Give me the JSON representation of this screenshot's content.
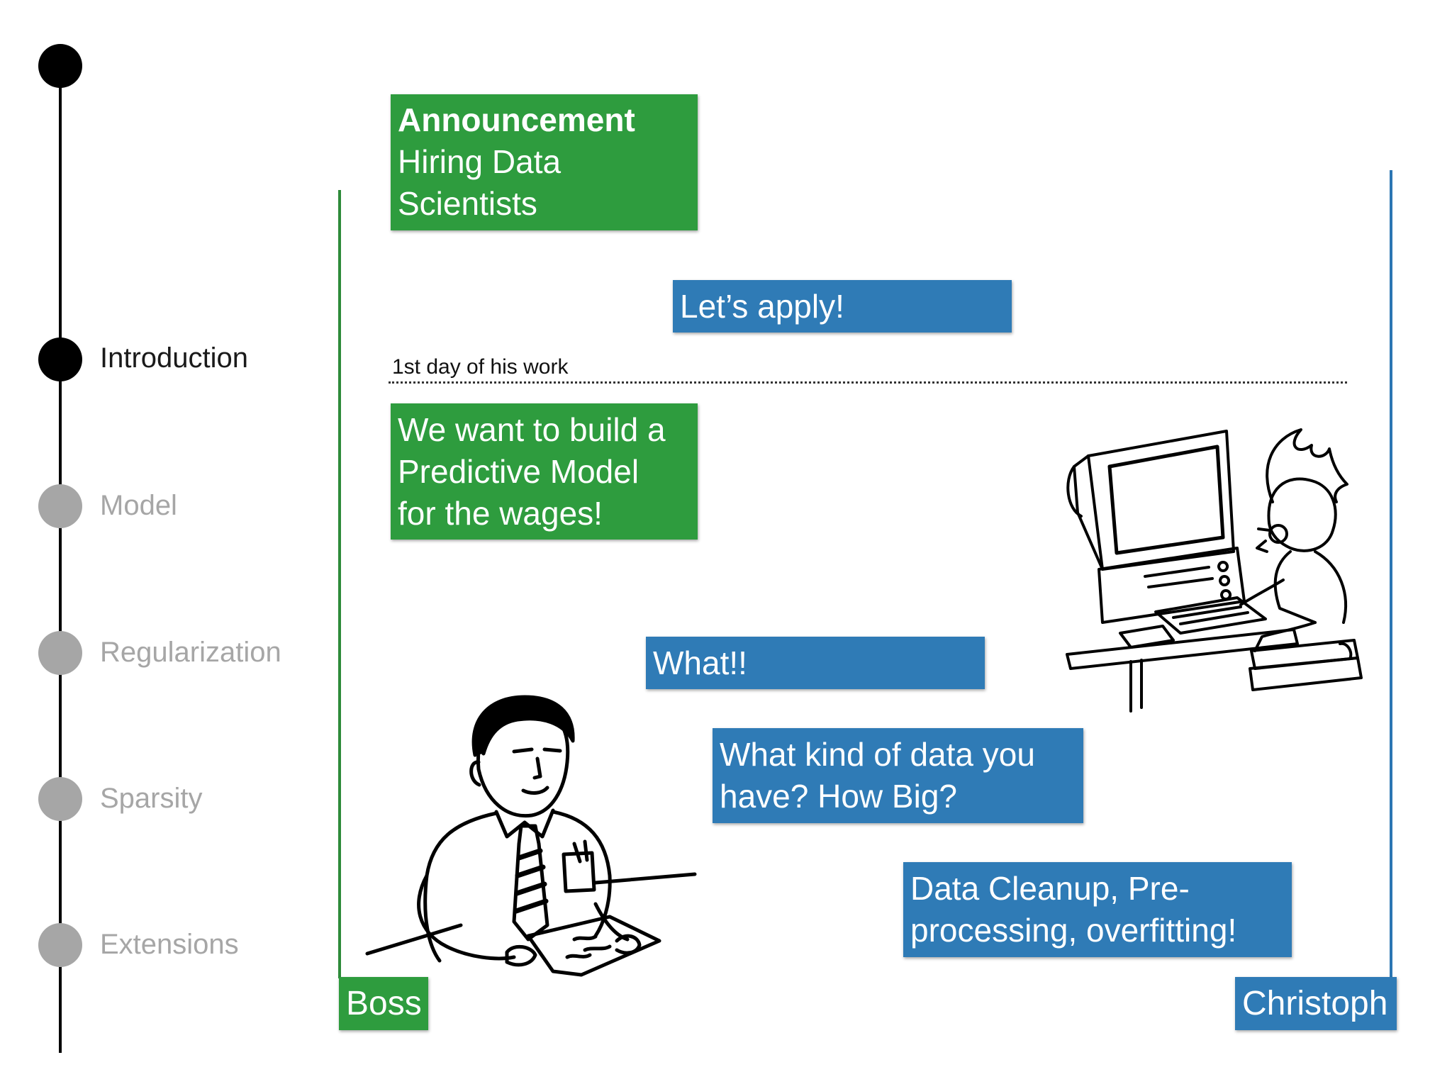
{
  "timeline": {
    "items": [
      {
        "label": "",
        "state": "active"
      },
      {
        "label": "Introduction",
        "state": "active"
      },
      {
        "label": "Model",
        "state": "inactive"
      },
      {
        "label": "Regularization",
        "state": "inactive"
      },
      {
        "label": "Sparsity",
        "state": "inactive"
      },
      {
        "label": "Extensions",
        "state": "inactive"
      }
    ]
  },
  "actors": {
    "boss": "Boss",
    "christoph": "Christoph"
  },
  "divider_label": "1st day of his work",
  "messages": {
    "announcement": {
      "title": "Announcement",
      "line1": "Hiring Data",
      "line2": "Scientists"
    },
    "lets_apply": "Let’s apply!",
    "predictive": {
      "line1": "We want to build a",
      "line2": "Predictive Model",
      "line3": "for the wages!"
    },
    "what": "What!!",
    "what_kind": {
      "line1": "What kind of data you",
      "line2": "have? How Big?"
    },
    "cleanup": {
      "line1": "Data Cleanup, Pre-",
      "line2": "processing, overfitting!"
    }
  },
  "colors": {
    "boss_green": "#2e9c3e",
    "christoph_blue": "#2f7bb6",
    "timeline_active": "#000000",
    "timeline_inactive": "#a6a6a6"
  }
}
